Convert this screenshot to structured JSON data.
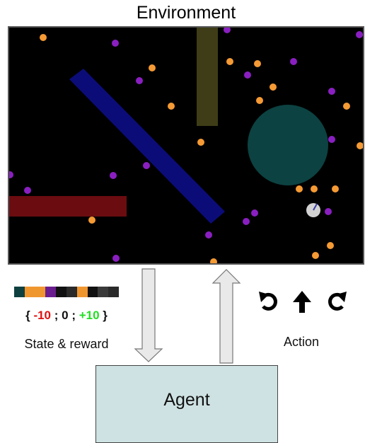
{
  "title": "Environment",
  "state_label": "State & reward",
  "reward": {
    "open": "{ ",
    "neg": "-10",
    "sep1": " ; ",
    "zero": "0",
    "sep2": " ; ",
    "pos": "+10",
    "close": " }"
  },
  "action_label": "Action",
  "agent_label": "Agent",
  "colors": {
    "environment_bg": "#000000",
    "orange_item": "#f59a34",
    "purple_item": "#8a1fc1",
    "wall_blue": "#0c0c78",
    "wall_olive": "#3e3d17",
    "wall_red": "#6b0c10",
    "teal_disc": "#0c4242",
    "agent_disc": "#d2d2d2",
    "agent_box": "#cfe2e3",
    "state_bar": [
      "#0f4040",
      "#f0962f",
      "#f0962f",
      "#6a1d8e",
      "#111111",
      "#2a2a2a",
      "#f0962f",
      "#111111",
      "#3a3a3a",
      "#2a2a2a"
    ]
  },
  "action_icons": [
    "rotate-left-icon",
    "arrow-up-icon",
    "rotate-right-icon"
  ]
}
